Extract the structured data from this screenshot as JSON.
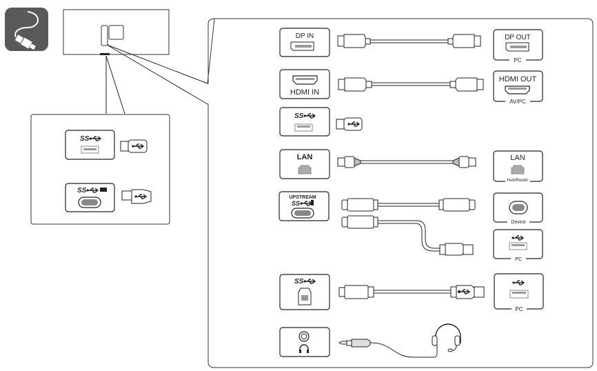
{
  "diagram": {
    "title_icon": "cable-connection-icon",
    "monitor": {
      "label": ""
    },
    "side_panel": {
      "ports": [
        {
          "name": "usb-a-port",
          "icon": "superspeed-usb-icon",
          "label": "SS"
        },
        {
          "name": "usb-c-port",
          "icon": "superspeed-usb-charging-icon",
          "label": "SS"
        }
      ]
    },
    "rear_panel": {
      "rows": [
        {
          "port_label": "DP IN",
          "target_label": "DP OUT",
          "target_caption": "PC",
          "cable": "displayport-cable"
        },
        {
          "port_label": "HDMI IN",
          "target_label": "HDMI OUT",
          "target_caption": "AV/PC",
          "cable": "hdmi-cable"
        },
        {
          "port_label": "SS",
          "cable": "usb-a-device"
        },
        {
          "port_label": "LAN",
          "target_label": "LAN",
          "target_caption": "Hub/Router",
          "cable": "ethernet-cable"
        },
        {
          "port_label": "UPSTREAM",
          "port_sub": "SS",
          "target_caption": "Device",
          "target_caption_2": "PC",
          "cable": "usb-c-y-cable"
        },
        {
          "port_label": "SS",
          "target_caption": "PC",
          "cable": "usb-b-to-a-cable"
        },
        {
          "port_label": "",
          "cable": "headphone-cable",
          "target": "headset"
        }
      ]
    }
  }
}
